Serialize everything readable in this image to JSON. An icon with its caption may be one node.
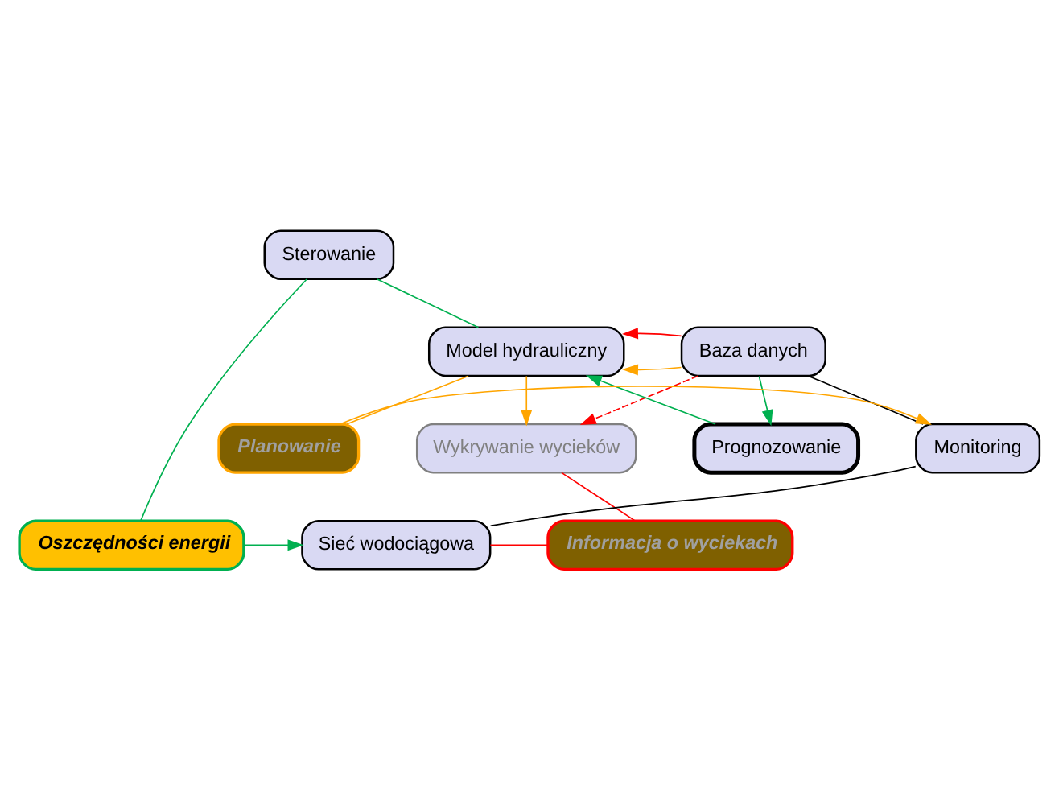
{
  "diagram": {
    "nodes": [
      {
        "text": [
          "Sterowanie"
        ]
      },
      {
        "text": [
          "Wykrywanie wycieków"
        ]
      },
      {
        "text": [
          "Prognozowanie"
        ]
      },
      {
        "text": [
          "Baza danych"
        ]
      },
      {
        "text": [
          "Model hydrauliczny"
        ]
      },
      {
        "text": [
          "Monitoring"
        ]
      },
      {
        "text": [
          "Planowanie"
        ]
      },
      {
        "text": [
          "Oszczędności energii"
        ]
      },
      {
        "text": [
          "Sieć wodociągowa"
        ]
      },
      {
        "text": [
          "Informacja o wyciekach"
        ]
      }
    ],
    "edges": [
      {
        "from": 0,
        "to": 7,
        "arrow": "none",
        "color": "#00b050"
      },
      {
        "from": 0,
        "to": 4,
        "arrow": "none",
        "color": "#00b050"
      },
      {
        "from": 3,
        "to": 1,
        "arrow": "to",
        "style": "dashed",
        "color": "#ff0000"
      },
      {
        "from": 3,
        "to": 2,
        "arrow": "to",
        "color": "#00b050"
      },
      {
        "from": 2,
        "to": 4,
        "arrow": "to",
        "color": "#00b050"
      },
      {
        "from": 3,
        "to": 4,
        "arrow": "to",
        "color": "#ffa500"
      },
      {
        "from": 3,
        "to": 4,
        "arrow": "to",
        "color": "#ff0000"
      },
      {
        "from": 4,
        "to": 1,
        "arrow": "to",
        "color": "#ffa500"
      },
      {
        "from": 6,
        "to": 4,
        "arrow": "none",
        "color": "#ffa500"
      },
      {
        "from": 6,
        "to": 5,
        "arrow": "to",
        "color": "#ffa500"
      },
      {
        "from": 3,
        "to": 5,
        "arrow": "none",
        "color": "#000000"
      },
      {
        "from": 5,
        "to": 8,
        "arrow": "none",
        "color": "#000000"
      },
      {
        "from": 7,
        "to": 8,
        "arrow": "to",
        "color": "#00b050"
      },
      {
        "from": 8,
        "to": 9,
        "arrow": "none",
        "color": "#ff0000"
      },
      {
        "from": 1,
        "to": 9,
        "arrow": "none",
        "color": "#ff0000"
      }
    ]
  }
}
